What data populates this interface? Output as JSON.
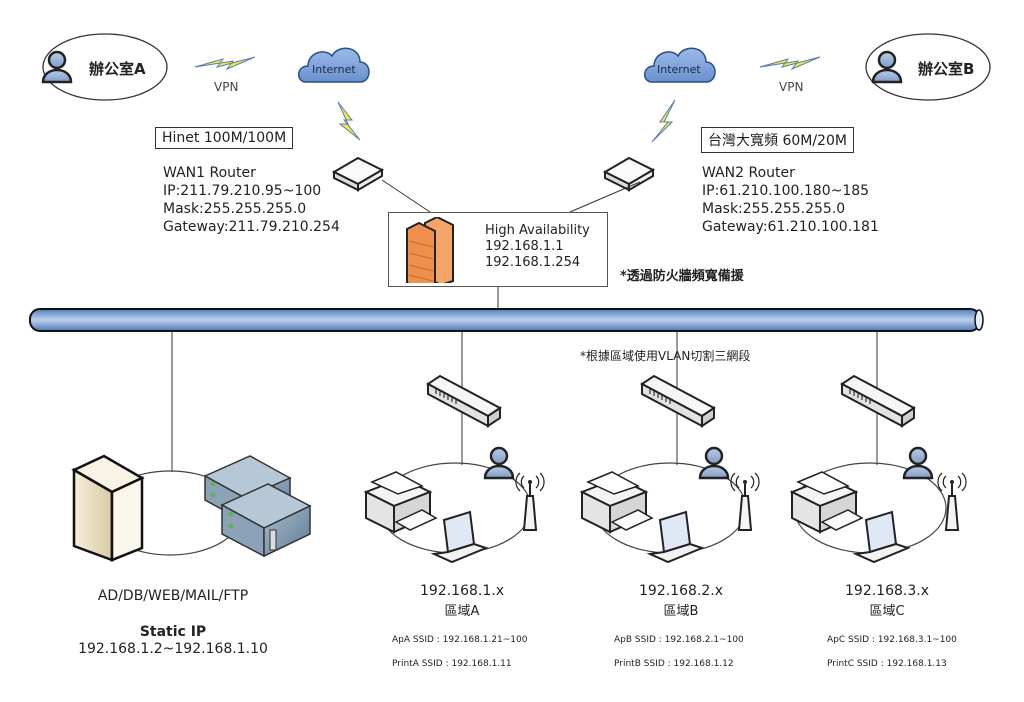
{
  "offices": [
    {
      "id": "A",
      "label": "辦公室A"
    },
    {
      "id": "B",
      "label": "辦公室B"
    }
  ],
  "vpn_label": "VPN",
  "internet_label": "Internet",
  "wan1": {
    "isp": "Hinet 100M/100M",
    "lines": [
      "WAN1 Router",
      "IP:211.79.210.95~100",
      "Mask:255.255.255.0",
      "Gateway:211.79.210.254"
    ]
  },
  "wan2": {
    "isp": "台灣大寬頻 60M/20M",
    "lines": [
      "WAN2 Router",
      "IP:61.210.100.180~185",
      "Mask:255.255.255.0",
      "Gateway:61.210.100.181"
    ]
  },
  "firewall": {
    "lines": [
      "High Availability",
      "192.168.1.1",
      "192.168.1.254"
    ],
    "note": "*透過防火牆頻寬備援"
  },
  "vlan_note": "*根據區域使用VLAN切割三網段",
  "servers": {
    "roles": "AD/DB/WEB/MAIL/FTP",
    "title": "Static IP",
    "range": "192.168.1.2~192.168.1.10"
  },
  "zones": [
    {
      "net": "192.168.1.x",
      "name": "區域A",
      "ap": "ApA SSID : 192.168.1.21~100",
      "print": "PrintA SSID : 192.168.1.11"
    },
    {
      "net": "192.168.2.x",
      "name": "區域B",
      "ap": "ApB  SSID : 192.168.2.1~100",
      "print": "PrintB SSID : 192.168.1.12"
    },
    {
      "net": "192.168.3.x",
      "name": "區域C",
      "ap": "ApC  SSID : 192.168.3.1~100",
      "print": "PrintC SSID : 192.168.1.13"
    }
  ],
  "colors": {
    "backbone": "#7ea6d6",
    "cloud": "#7a9fd8",
    "user": "#9db4d6",
    "firewall": "#f09a55",
    "bolt": "#f2ee3a",
    "server_rack": "#7f97ad",
    "tower": "#efe4c7"
  }
}
